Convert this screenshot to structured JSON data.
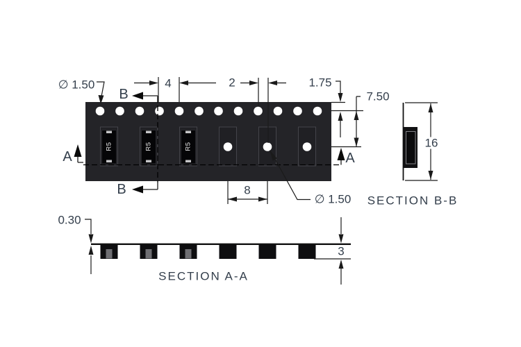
{
  "drawing": {
    "component_marking": "R5",
    "dimensions": {
      "sprocket_hole_diameter": "∅ 1.50",
      "sprocket_hole_pitch": "4",
      "hole_to_pocket_offset": "2",
      "edge_to_hole_center": "1.75",
      "hole_row_to_pocket_center": "7.50",
      "pocket_pitch": "8",
      "pocket_hole_diameter": "∅ 1.50",
      "tape_width": "16",
      "tape_thickness": "0.30",
      "pocket_depth": "3"
    },
    "section_labels": {
      "a": "A",
      "b": "B"
    },
    "captions": {
      "section_aa": "SECTION A-A",
      "section_bb": "SECTION B-B"
    },
    "colors": {
      "tape": "#242428",
      "component": "#050507",
      "dimension_text": "#333e4b",
      "line": "#1a1a1a",
      "background": "#ffffff"
    }
  }
}
